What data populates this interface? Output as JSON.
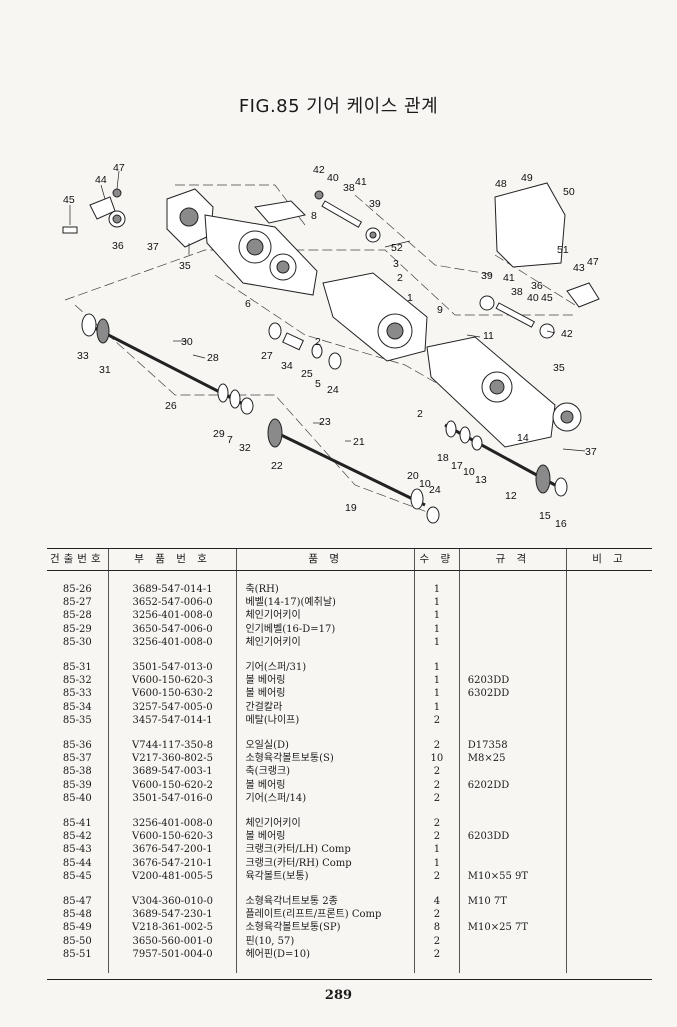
{
  "title": "FIG.85 기어 케이스 관계",
  "diagram": {
    "callouts": [
      "47",
      "44",
      "45",
      "36",
      "37",
      "35",
      "42",
      "40",
      "38",
      "41",
      "39",
      "8",
      "52",
      "3",
      "2",
      "1",
      "6",
      "9",
      "11",
      "48",
      "49",
      "50",
      "51",
      "43",
      "47",
      "39",
      "41",
      "38",
      "40",
      "45",
      "36",
      "42",
      "35",
      "33",
      "31",
      "30",
      "28",
      "26",
      "27",
      "34",
      "25",
      "5",
      "24",
      "2",
      "29",
      "7",
      "32",
      "23",
      "22",
      "21",
      "19",
      "20",
      "10",
      "24",
      "18",
      "17",
      "10",
      "13",
      "14",
      "37",
      "12",
      "15",
      "16",
      "2"
    ]
  },
  "table": {
    "headers": [
      "건출번호",
      "부 품 번 호",
      "품 명",
      "수 량",
      "규 격",
      "비 고"
    ],
    "groups": [
      [
        {
          "no": "85-26",
          "part": "3689-547-014-1",
          "name": "축(RH)",
          "qty": "1",
          "spec": ""
        },
        {
          "no": "85-27",
          "part": "3652-547-006-0",
          "name": "베벨(14-17)(예취날)",
          "qty": "1",
          "spec": ""
        },
        {
          "no": "85-28",
          "part": "3256-401-008-0",
          "name": "체인기어키이",
          "qty": "1",
          "spec": ""
        },
        {
          "no": "85-29",
          "part": "3650-547-006-0",
          "name": "인기베벨(16-D=17)",
          "qty": "1",
          "spec": ""
        },
        {
          "no": "85-30",
          "part": "3256-401-008-0",
          "name": "체인기어키이",
          "qty": "1",
          "spec": ""
        }
      ],
      [
        {
          "no": "85-31",
          "part": "3501-547-013-0",
          "name": "기어(스퍼/31)",
          "qty": "1",
          "spec": ""
        },
        {
          "no": "85-32",
          "part": "V600-150-620-3",
          "name": "볼 베어링",
          "qty": "1",
          "spec": "6203DD"
        },
        {
          "no": "85-33",
          "part": "V600-150-630-2",
          "name": "볼 베어링",
          "qty": "1",
          "spec": "6302DD"
        },
        {
          "no": "85-34",
          "part": "3257-547-005-0",
          "name": "간걸칼라",
          "qty": "1",
          "spec": ""
        },
        {
          "no": "85-35",
          "part": "3457-547-014-1",
          "name": "메탈(나이프)",
          "qty": "2",
          "spec": ""
        }
      ],
      [
        {
          "no": "85-36",
          "part": "V744-117-350-8",
          "name": "오일실(D)",
          "qty": "2",
          "spec": "D17358"
        },
        {
          "no": "85-37",
          "part": "V217-360-802-5",
          "name": "소형육각볼트보통(S)",
          "qty": "10",
          "spec": "M8×25"
        },
        {
          "no": "85-38",
          "part": "3689-547-003-1",
          "name": "축(크랭크)",
          "qty": "2",
          "spec": ""
        },
        {
          "no": "85-39",
          "part": "V600-150-620-2",
          "name": "볼 베어링",
          "qty": "2",
          "spec": "6202DD"
        },
        {
          "no": "85-40",
          "part": "3501-547-016-0",
          "name": "기어(스퍼/14)",
          "qty": "2",
          "spec": ""
        }
      ],
      [
        {
          "no": "85-41",
          "part": "3256-401-008-0",
          "name": "체인기어키이",
          "qty": "2",
          "spec": ""
        },
        {
          "no": "85-42",
          "part": "V600-150-620-3",
          "name": "볼 베어링",
          "qty": "2",
          "spec": "6203DD"
        },
        {
          "no": "85-43",
          "part": "3676-547-200-1",
          "name": "크랭크(카터/LH) Comp",
          "qty": "1",
          "spec": ""
        },
        {
          "no": "85-44",
          "part": "3676-547-210-1",
          "name": "크랭크(카터/RH) Comp",
          "qty": "1",
          "spec": ""
        },
        {
          "no": "85-45",
          "part": "V200-481-005-5",
          "name": "육각볼트(보통)",
          "qty": "2",
          "spec": "M10×55 9T"
        }
      ],
      [
        {
          "no": "85-47",
          "part": "V304-360-010-0",
          "name": "소형육각너트보통 2종",
          "qty": "4",
          "spec": "M10 7T"
        },
        {
          "no": "85-48",
          "part": "3689-547-230-1",
          "name": "플레이트(리프트/프론트) Comp",
          "qty": "2",
          "spec": ""
        },
        {
          "no": "85-49",
          "part": "V218-361-002-5",
          "name": "소형육각볼트보통(SP)",
          "qty": "8",
          "spec": "M10×25 7T"
        },
        {
          "no": "85-50",
          "part": "3650-560-001-0",
          "name": "핀(10, 57)",
          "qty": "2",
          "spec": ""
        },
        {
          "no": "85-51",
          "part": "7957-501-004-0",
          "name": "헤어핀(D=10)",
          "qty": "2",
          "spec": ""
        }
      ]
    ]
  },
  "page_number": "289"
}
